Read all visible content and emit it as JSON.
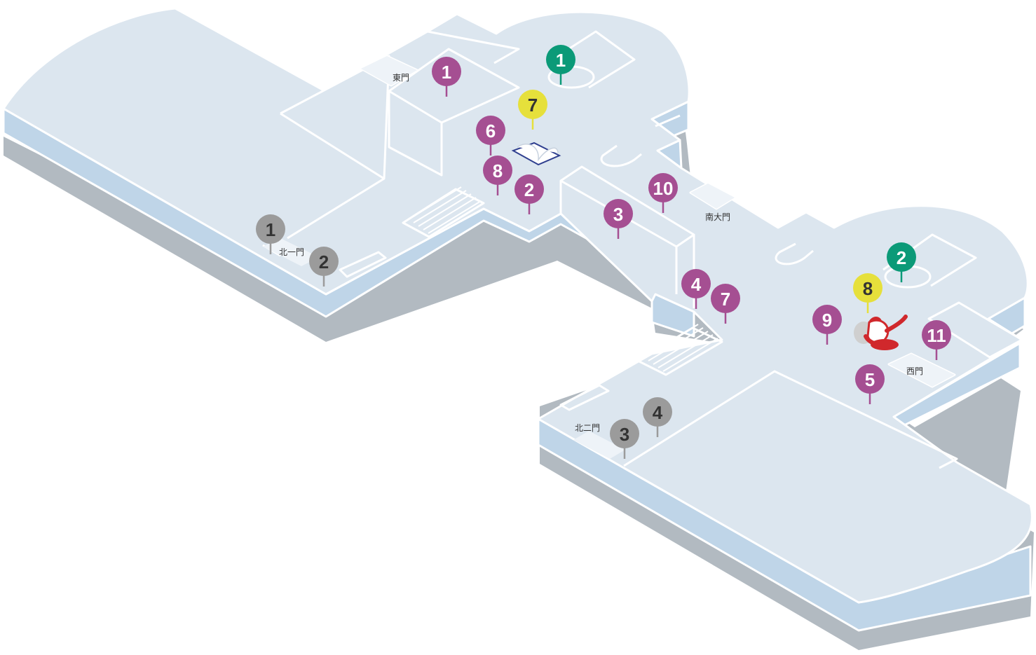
{
  "colors": {
    "background": "#ffffff",
    "floor_top": "#dce6ef",
    "floor_edge": "#bfd5e8",
    "floor_shadow": "#b2bac1",
    "outline": "#ffffff",
    "purple": "#a54f92",
    "green": "#0b9a78",
    "yellow": "#e6e03b",
    "grey": "#9b9b9b",
    "pin_text_light": "#ffffff",
    "pin_text_dark": "#333333",
    "mascot_red": "#d0282c"
  },
  "gates": [
    {
      "id": "east",
      "label": "東門"
    },
    {
      "id": "north1",
      "label": "北一門"
    },
    {
      "id": "south-main",
      "label": "南大門"
    },
    {
      "id": "north2",
      "label": "北二門"
    },
    {
      "id": "west",
      "label": "西門"
    }
  ],
  "pins": [
    {
      "category": "purple",
      "number": "1"
    },
    {
      "category": "purple",
      "number": "2"
    },
    {
      "category": "purple",
      "number": "3"
    },
    {
      "category": "purple",
      "number": "4"
    },
    {
      "category": "purple",
      "number": "5"
    },
    {
      "category": "purple",
      "number": "6"
    },
    {
      "category": "purple",
      "number": "7"
    },
    {
      "category": "purple",
      "number": "8"
    },
    {
      "category": "purple",
      "number": "9"
    },
    {
      "category": "purple",
      "number": "10"
    },
    {
      "category": "purple",
      "number": "11"
    },
    {
      "category": "green",
      "number": "1"
    },
    {
      "category": "green",
      "number": "2"
    },
    {
      "category": "yellow",
      "number": "7"
    },
    {
      "category": "yellow",
      "number": "8"
    },
    {
      "category": "grey",
      "number": "1"
    },
    {
      "category": "grey",
      "number": "2"
    },
    {
      "category": "grey",
      "number": "3"
    },
    {
      "category": "grey",
      "number": "4"
    }
  ]
}
